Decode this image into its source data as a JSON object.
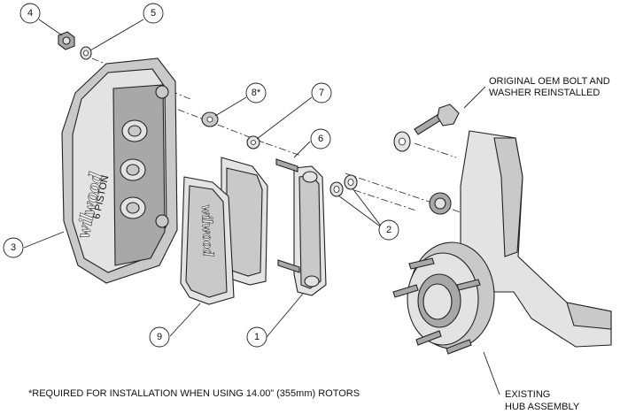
{
  "callouts": {
    "c1": "1",
    "c2": "2",
    "c3": "3",
    "c4": "4",
    "c5": "5",
    "c6": "6",
    "c7": "7",
    "c8": "8*",
    "c9": "9"
  },
  "labels": {
    "oem_line1": "ORIGINAL OEM BOLT AND",
    "oem_line2": "WASHER REINSTALLED",
    "hub_line1": "EXISTING",
    "hub_line2": "HUB ASSEMBLY",
    "footnote": "*REQUIRED FOR INSTALLATION WHEN USING 14.00” (355mm) ROTORS"
  },
  "branding": {
    "caliper_logo": "wilwood",
    "caliper_sub": "6 PISTON",
    "pad_logo": "wilwood"
  }
}
